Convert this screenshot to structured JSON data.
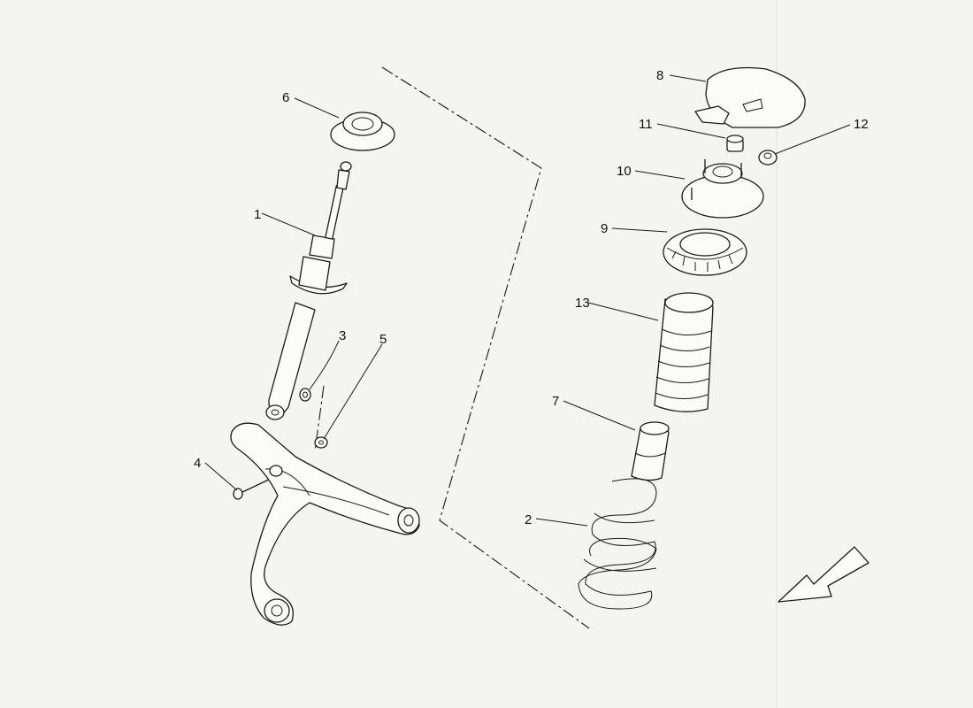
{
  "diagram": {
    "callouts": [
      {
        "id": "c1",
        "label": "1"
      },
      {
        "id": "c2",
        "label": "2"
      },
      {
        "id": "c3",
        "label": "3"
      },
      {
        "id": "c4",
        "label": "4"
      },
      {
        "id": "c5",
        "label": "5"
      },
      {
        "id": "c6",
        "label": "6"
      },
      {
        "id": "c7",
        "label": "7"
      },
      {
        "id": "c8",
        "label": "8"
      },
      {
        "id": "c9",
        "label": "9"
      },
      {
        "id": "c10",
        "label": "10"
      },
      {
        "id": "c11",
        "label": "11"
      },
      {
        "id": "c12",
        "label": "12"
      },
      {
        "id": "c13",
        "label": "13"
      }
    ],
    "colors": {
      "background": "#f4f4f2",
      "line": "#1a1a1a",
      "part_fill": "#fbfbfa"
    },
    "icons": [
      "front-direction-arrow-icon"
    ]
  }
}
